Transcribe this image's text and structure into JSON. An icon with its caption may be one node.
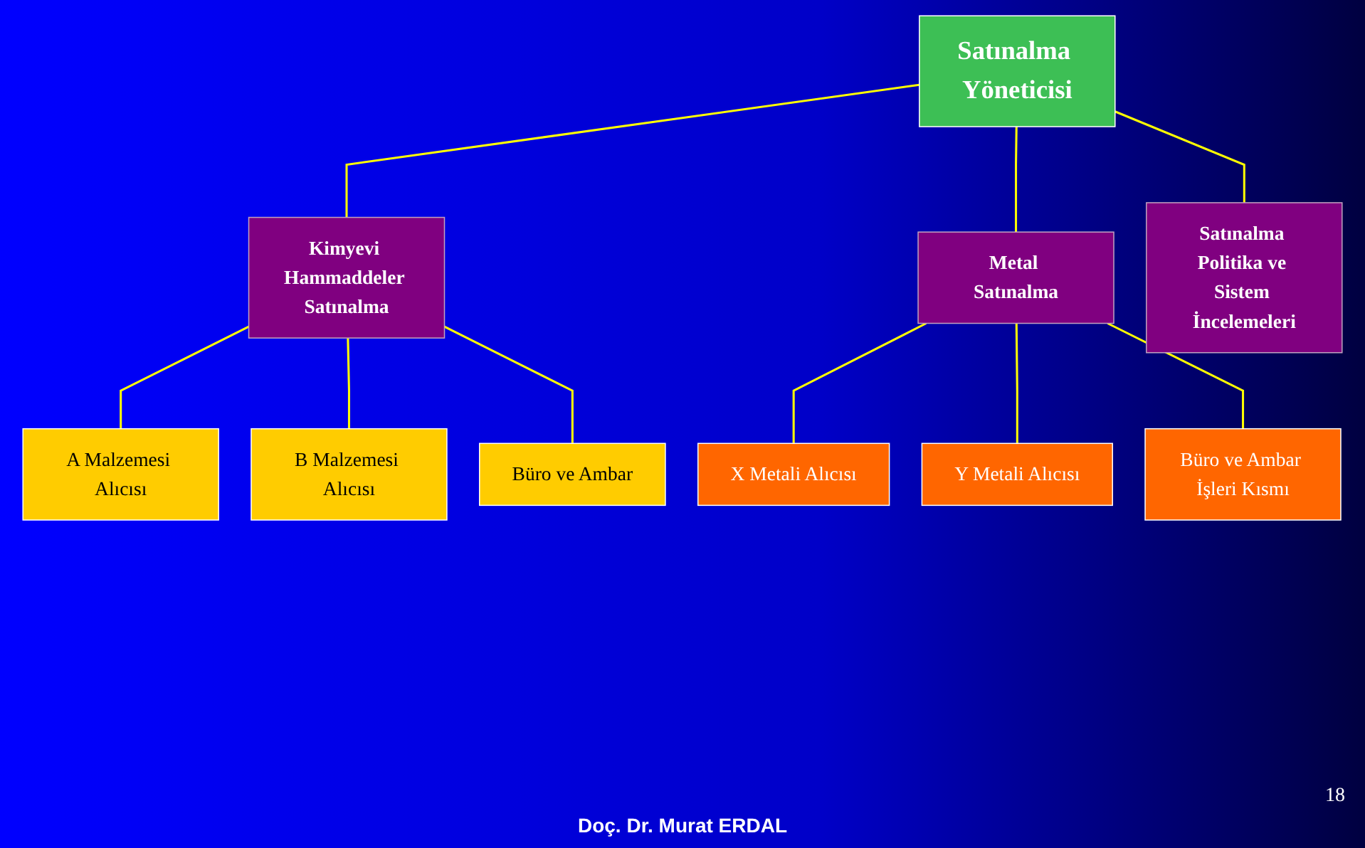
{
  "diagram": {
    "nodes": [
      {
        "text": [
          "Satınalma Yöneticisi"
        ]
      },
      {
        "text": [
          "Kimyevi Hammaddeler Satınalma"
        ]
      },
      {
        "text": [
          "Metal Satınalma"
        ]
      },
      {
        "text": [
          "Satınalma Politika ve Sistem İncelemeleri"
        ]
      },
      {
        "text": [
          "A Malzemesi Alıcısı"
        ]
      },
      {
        "text": [
          "B Malzemesi Alıcısı"
        ]
      },
      {
        "text": [
          "Büro ve Ambar"
        ]
      },
      {
        "text": [
          "X Metali Alıcısı"
        ]
      },
      {
        "text": [
          "Y Metali Alıcısı"
        ]
      },
      {
        "text": [
          "Büro ve Ambar İşleri Kısmı"
        ]
      }
    ],
    "edges": [
      {
        "from": 0,
        "to": 1,
        "arrow": "none"
      },
      {
        "from": 0,
        "to": 2,
        "arrow": "none"
      },
      {
        "from": 0,
        "to": 3,
        "arrow": "none"
      },
      {
        "from": 1,
        "to": 4,
        "arrow": "none"
      },
      {
        "from": 1,
        "to": 5,
        "arrow": "none"
      },
      {
        "from": 1,
        "to": 6,
        "arrow": "none"
      },
      {
        "from": 2,
        "to": 7,
        "arrow": "none"
      },
      {
        "from": 2,
        "to": 8,
        "arrow": "none"
      },
      {
        "from": 2,
        "to": 9,
        "arrow": "none"
      }
    ],
    "labels": [
      "Doç. Dr. Murat ERDAL",
      "18"
    ]
  }
}
